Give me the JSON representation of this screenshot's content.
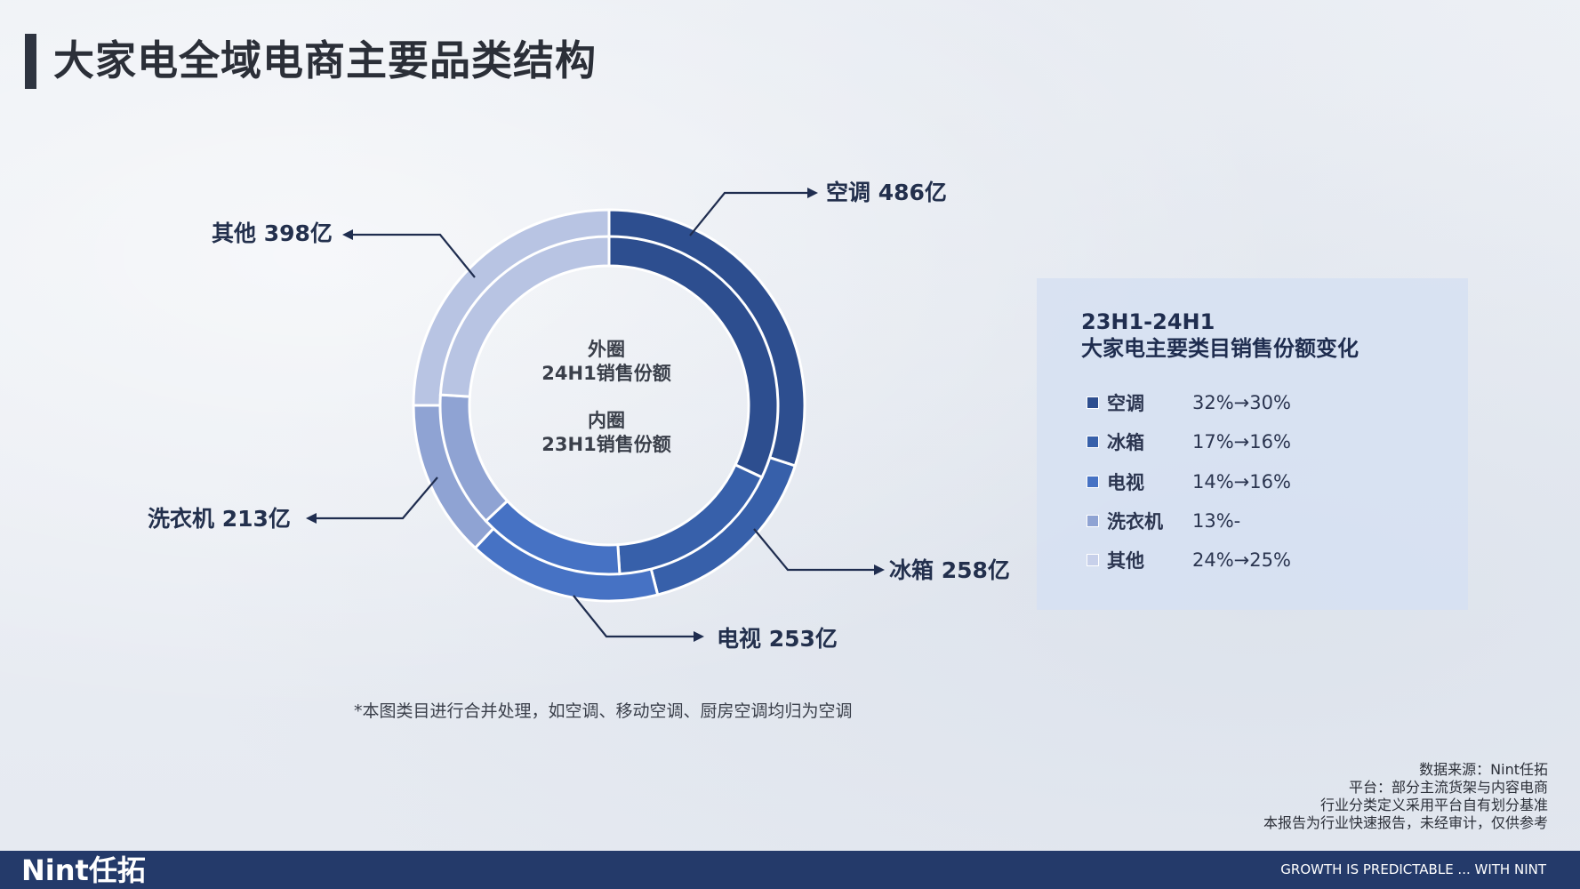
{
  "page": {
    "title": "大家电全域电商主要品类结构"
  },
  "chart_data": {
    "type": "pie",
    "variant": "double-donut",
    "outer_ring_label": [
      "外圈",
      "24H1销售份额"
    ],
    "inner_ring_label": [
      "内圈",
      "23H1销售份额"
    ],
    "categories": [
      "空调",
      "冰箱",
      "电视",
      "洗衣机",
      "其他"
    ],
    "amounts": [
      486,
      258,
      253,
      213,
      398
    ],
    "callouts": [
      "空调 486亿",
      "冰箱 258亿",
      "电视 253亿",
      "洗衣机 213亿",
      "其他 398亿"
    ],
    "series": [
      {
        "name": "外圈 24H1销售份额",
        "values": [
          30,
          16,
          16,
          13,
          25
        ]
      },
      {
        "name": "内圈 23H1销售份额",
        "values": [
          32,
          17,
          14,
          13,
          24
        ]
      }
    ],
    "colors": [
      "#2d4e8f",
      "#3760aa",
      "#4672c4",
      "#8fa3d3",
      "#b8c4e3"
    ]
  },
  "panel": {
    "title_line1": "23H1-24H1",
    "title_line2": "大家电主要类目销售份额变化",
    "rows": [
      {
        "name": "空调",
        "change": "32%→30%",
        "color": "#2d4e8f"
      },
      {
        "name": "冰箱",
        "change": "17%→16%",
        "color": "#3760aa"
      },
      {
        "name": "电视",
        "change": "14%→16%",
        "color": "#4672c4"
      },
      {
        "name": "洗衣机",
        "change": "13%-",
        "color": "#8fa3d3"
      },
      {
        "name": "其他",
        "change": "24%→25%",
        "color": "#c7d0ea"
      }
    ]
  },
  "note": "*本图类目进行合并处理，如空调、移动空调、厨房空调均归为空调",
  "source": {
    "line1": "数据来源：Nint任拓",
    "line2": "平台：部分主流货架与内容电商",
    "line3": "行业分类定义采用平台自有划分基准",
    "line4": "本报告为行业快速报告，未经审计，仅供参考"
  },
  "footer": {
    "logo": "Nint任拓",
    "slogan": "GROWTH IS PREDICTABLE ... WITH NINT"
  }
}
